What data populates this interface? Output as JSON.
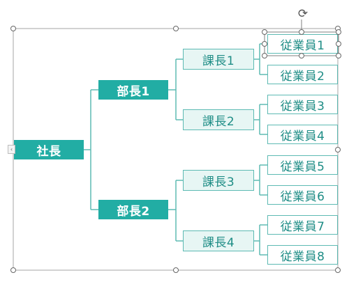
{
  "org_chart": {
    "president": "社長",
    "managers": [
      "部長1",
      "部長2"
    ],
    "section_chiefs": [
      "課長1",
      "課長2",
      "課長3",
      "課長4"
    ],
    "employees": [
      "従業員1",
      "従業員2",
      "従業員3",
      "従業員4",
      "従業員5",
      "従業員6",
      "従業員7",
      "従業員8"
    ]
  },
  "ui": {
    "rotate_glyph": "⟳",
    "collapse_glyph": "‹"
  },
  "colors": {
    "accent": "#22ada4",
    "outline": "#5dbab3",
    "light_fill": "#e7f6f4",
    "text": "#1f8d86"
  }
}
